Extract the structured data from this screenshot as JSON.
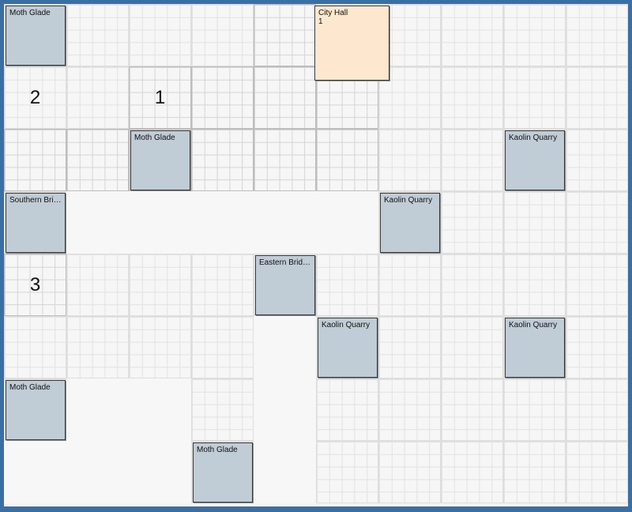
{
  "board": {
    "columns": 10,
    "rows": 8,
    "cells": [
      {
        "col": 0,
        "row": 0,
        "style": "grid"
      },
      {
        "col": 1,
        "row": 0,
        "style": "grid"
      },
      {
        "col": 2,
        "row": 0,
        "style": "grid"
      },
      {
        "col": 3,
        "row": 0,
        "style": "grid"
      },
      {
        "col": 4,
        "row": 0,
        "style": "dense"
      },
      {
        "col": 5,
        "row": 0,
        "style": "grid"
      },
      {
        "col": 6,
        "row": 0,
        "style": "grid"
      },
      {
        "col": 7,
        "row": 0,
        "style": "grid"
      },
      {
        "col": 8,
        "row": 0,
        "style": "grid"
      },
      {
        "col": 9,
        "row": 0,
        "style": "grid"
      },
      {
        "col": 0,
        "row": 1,
        "style": "grid"
      },
      {
        "col": 1,
        "row": 1,
        "style": "grid"
      },
      {
        "col": 2,
        "row": 1,
        "style": "dense"
      },
      {
        "col": 3,
        "row": 1,
        "style": "dense"
      },
      {
        "col": 4,
        "row": 1,
        "style": "dense"
      },
      {
        "col": 5,
        "row": 1,
        "style": "dense"
      },
      {
        "col": 6,
        "row": 1,
        "style": "grid"
      },
      {
        "col": 7,
        "row": 1,
        "style": "grid"
      },
      {
        "col": 8,
        "row": 1,
        "style": "grid"
      },
      {
        "col": 9,
        "row": 1,
        "style": "grid"
      },
      {
        "col": 0,
        "row": 2,
        "style": "dense"
      },
      {
        "col": 1,
        "row": 2,
        "style": "dense"
      },
      {
        "col": 2,
        "row": 2,
        "style": "dense"
      },
      {
        "col": 3,
        "row": 2,
        "style": "dense"
      },
      {
        "col": 4,
        "row": 2,
        "style": "dense"
      },
      {
        "col": 5,
        "row": 2,
        "style": "dense"
      },
      {
        "col": 6,
        "row": 2,
        "style": "grid"
      },
      {
        "col": 7,
        "row": 2,
        "style": "grid"
      },
      {
        "col": 8,
        "row": 2,
        "style": "grid"
      },
      {
        "col": 9,
        "row": 2,
        "style": "grid"
      },
      {
        "col": 0,
        "row": 3,
        "style": "grid"
      },
      {
        "col": 1,
        "row": 3,
        "style": "plain"
      },
      {
        "col": 2,
        "row": 3,
        "style": "plain"
      },
      {
        "col": 3,
        "row": 3,
        "style": "plain"
      },
      {
        "col": 4,
        "row": 3,
        "style": "plain"
      },
      {
        "col": 5,
        "row": 3,
        "style": "plain"
      },
      {
        "col": 6,
        "row": 3,
        "style": "grid"
      },
      {
        "col": 7,
        "row": 3,
        "style": "grid"
      },
      {
        "col": 8,
        "row": 3,
        "style": "grid"
      },
      {
        "col": 9,
        "row": 3,
        "style": "grid"
      },
      {
        "col": 0,
        "row": 4,
        "style": "dense"
      },
      {
        "col": 1,
        "row": 4,
        "style": "grid"
      },
      {
        "col": 2,
        "row": 4,
        "style": "grid"
      },
      {
        "col": 3,
        "row": 4,
        "style": "grid"
      },
      {
        "col": 4,
        "row": 4,
        "style": "grid"
      },
      {
        "col": 5,
        "row": 4,
        "style": "grid"
      },
      {
        "col": 6,
        "row": 4,
        "style": "grid"
      },
      {
        "col": 7,
        "row": 4,
        "style": "grid"
      },
      {
        "col": 8,
        "row": 4,
        "style": "grid"
      },
      {
        "col": 9,
        "row": 4,
        "style": "grid"
      },
      {
        "col": 0,
        "row": 5,
        "style": "grid"
      },
      {
        "col": 1,
        "row": 5,
        "style": "grid"
      },
      {
        "col": 2,
        "row": 5,
        "style": "grid"
      },
      {
        "col": 3,
        "row": 5,
        "style": "grid"
      },
      {
        "col": 4,
        "row": 5,
        "style": "plain"
      },
      {
        "col": 5,
        "row": 5,
        "style": "grid"
      },
      {
        "col": 6,
        "row": 5,
        "style": "grid"
      },
      {
        "col": 7,
        "row": 5,
        "style": "grid"
      },
      {
        "col": 8,
        "row": 5,
        "style": "grid"
      },
      {
        "col": 9,
        "row": 5,
        "style": "grid"
      },
      {
        "col": 0,
        "row": 6,
        "style": "grid"
      },
      {
        "col": 1,
        "row": 6,
        "style": "plain"
      },
      {
        "col": 2,
        "row": 6,
        "style": "plain"
      },
      {
        "col": 3,
        "row": 6,
        "style": "grid"
      },
      {
        "col": 4,
        "row": 6,
        "style": "plain"
      },
      {
        "col": 5,
        "row": 6,
        "style": "grid"
      },
      {
        "col": 6,
        "row": 6,
        "style": "grid"
      },
      {
        "col": 7,
        "row": 6,
        "style": "grid"
      },
      {
        "col": 8,
        "row": 6,
        "style": "grid"
      },
      {
        "col": 9,
        "row": 6,
        "style": "grid"
      },
      {
        "col": 0,
        "row": 7,
        "style": "plain"
      },
      {
        "col": 1,
        "row": 7,
        "style": "plain"
      },
      {
        "col": 2,
        "row": 7,
        "style": "plain"
      },
      {
        "col": 3,
        "row": 7,
        "style": "grid"
      },
      {
        "col": 4,
        "row": 7,
        "style": "plain"
      },
      {
        "col": 5,
        "row": 7,
        "style": "grid"
      },
      {
        "col": 6,
        "row": 7,
        "style": "grid"
      },
      {
        "col": 7,
        "row": 7,
        "style": "grid"
      },
      {
        "col": 8,
        "row": 7,
        "style": "grid"
      },
      {
        "col": 9,
        "row": 7,
        "style": "grid"
      }
    ],
    "numbers": [
      {
        "col": 0,
        "row": 1,
        "text": "2"
      },
      {
        "col": 2,
        "row": 1,
        "text": "1"
      },
      {
        "col": 0,
        "row": 4,
        "text": "3"
      }
    ],
    "tiles": [
      {
        "col": 0,
        "row": 0,
        "name": "Moth Glade",
        "kind": "location"
      },
      {
        "col": 2,
        "row": 2,
        "name": "Moth Glade",
        "kind": "location"
      },
      {
        "col": 8,
        "row": 2,
        "name": "Kaolin Quarry",
        "kind": "location"
      },
      {
        "col": 0,
        "row": 3,
        "name": "Southern Brid...",
        "kind": "location"
      },
      {
        "col": 6,
        "row": 3,
        "name": "Kaolin Quarry",
        "kind": "location"
      },
      {
        "col": 4,
        "row": 4,
        "name": "Eastern Bridge",
        "kind": "location"
      },
      {
        "col": 5,
        "row": 5,
        "name": "Kaolin Quarry",
        "kind": "location"
      },
      {
        "col": 8,
        "row": 5,
        "name": "Kaolin Quarry",
        "kind": "location"
      },
      {
        "col": 0,
        "row": 6,
        "name": "Moth Glade",
        "kind": "location"
      },
      {
        "col": 3,
        "row": 7,
        "name": "Moth Glade",
        "kind": "location"
      },
      {
        "col": 5,
        "row": 0,
        "name": "City Hall",
        "count": "1",
        "kind": "hall"
      }
    ]
  },
  "colors": {
    "frame": "#3b6fa3",
    "tile_location": "#c0ccd6",
    "tile_hall": "#fde7cf"
  }
}
